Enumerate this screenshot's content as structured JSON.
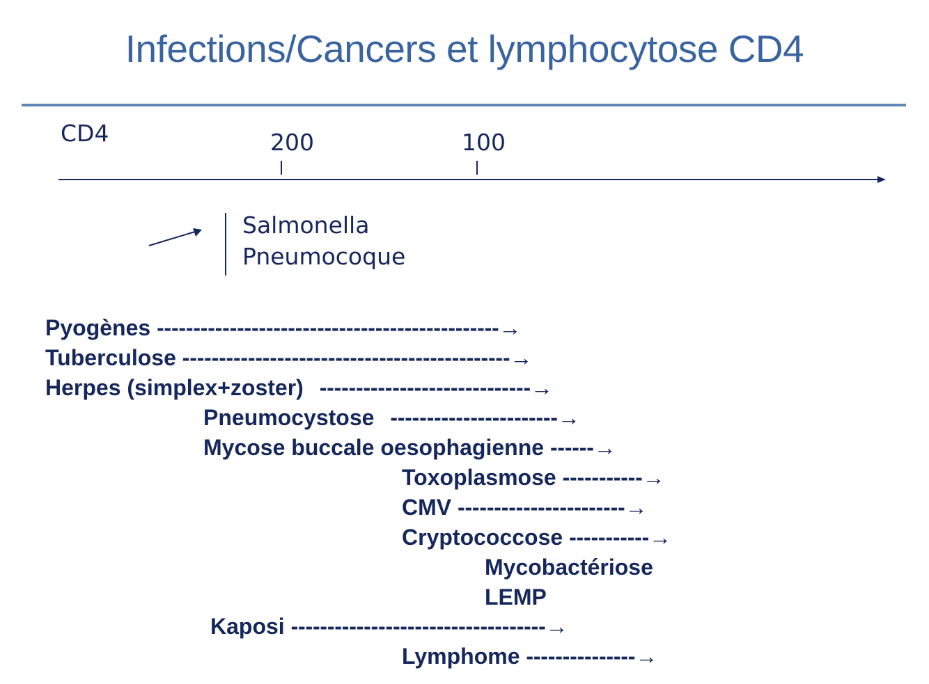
{
  "title": "Infections/Cancers et lymphocytose CD4",
  "axis": {
    "label": "CD4",
    "ticks": [
      {
        "label": "200"
      },
      {
        "label": "100"
      }
    ]
  },
  "notes": {
    "line1": "Salmonella",
    "line2": "Pneumocoque"
  },
  "rows": [
    {
      "name": "Pyogènes",
      "dashes": "-----------------------------------------------",
      "arrow": "→"
    },
    {
      "name": "Tuberculose",
      "dashes": "---------------------------------------------",
      "arrow": "→"
    },
    {
      "name": "Herpes (simplex+zoster)",
      "dashes": "-----------------------------",
      "arrow": "→"
    },
    {
      "name": "Pneumocystose",
      "dashes": "-----------------------",
      "arrow": "→"
    },
    {
      "name": "Mycose buccale oesophagienne",
      "dashes": "------",
      "arrow": "→"
    },
    {
      "name": "Toxoplasmose",
      "dashes": "-----------",
      "arrow": "→"
    },
    {
      "name": "CMV",
      "dashes": "-----------------------",
      "arrow": "→"
    },
    {
      "name": "Cryptococcose",
      "dashes": "-----------",
      "arrow": "→"
    },
    {
      "name": "Mycobactériose",
      "dashes": "",
      "arrow": ""
    },
    {
      "name": "LEMP",
      "dashes": "",
      "arrow": ""
    },
    {
      "name": "Kaposi",
      "dashes": "-----------------------------------",
      "arrow": "→"
    },
    {
      "name": "Lymphome",
      "dashes": "---------------",
      "arrow": "→"
    }
  ]
}
